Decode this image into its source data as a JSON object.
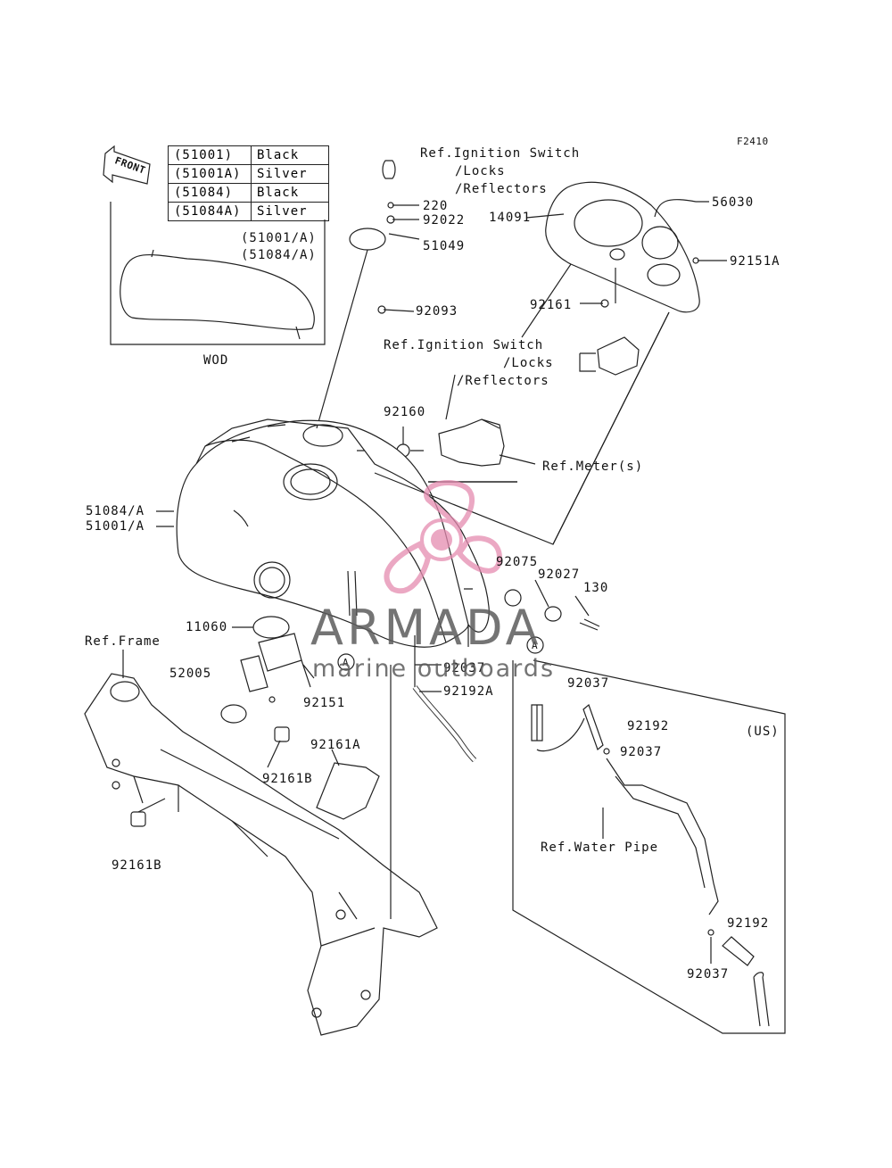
{
  "figure_code": "F2410",
  "front_label": "FRONT",
  "variant_table": [
    {
      "part": "(51001)",
      "color": "Black"
    },
    {
      "part": "(51001A)",
      "color": "Silver"
    },
    {
      "part": "(51084)",
      "color": "Black"
    },
    {
      "part": "(51084A)",
      "color": "Silver"
    }
  ],
  "inset": {
    "ref_line1": "(51001/A)",
    "ref_line2": "(51084/A)",
    "caption": "WOD"
  },
  "labels": {
    "ref_ignition_top_1": "Ref.Ignition Switch",
    "ref_ignition_top_2": "/Locks",
    "ref_ignition_top_3": "/Reflectors",
    "p220": "220",
    "p92022": "92022",
    "p51049": "51049",
    "p92093": "92093",
    "p14091": "14091",
    "p56030": "56030",
    "p92151A": "92151A",
    "p92161": "92161",
    "ref_ignition_mid_1": "Ref.Ignition Switch",
    "ref_ignition_mid_2": "/Locks",
    "ref_ignition_mid_3": "/Reflectors",
    "p92160": "92160",
    "ref_meter": "Ref.Meter(s)",
    "p51084A": "51084/A",
    "p51001A": "51001/A",
    "p92075": "92075",
    "p92027": "92027",
    "p130": "130",
    "p11060": "11060",
    "ref_frame": "Ref.Frame",
    "p52005": "52005",
    "circle_a": "A",
    "p92037_a": "92037",
    "p92192A": "92192A",
    "p92151": "92151",
    "p92037_b": "92037",
    "p92192_a": "92192",
    "us": "(US)",
    "p92037_c": "92037",
    "p92161A": "92161A",
    "p92161B_a": "92161B",
    "ref_water_pipe": "Ref.Water Pipe",
    "p92161B_b": "92161B",
    "p92192_b": "92192",
    "p92037_d": "92037"
  },
  "watermark": {
    "brand": "ARMADA",
    "tagline": "marine outboards",
    "logo_color": "#e58bb0",
    "text_color": "#5c5c5c"
  }
}
